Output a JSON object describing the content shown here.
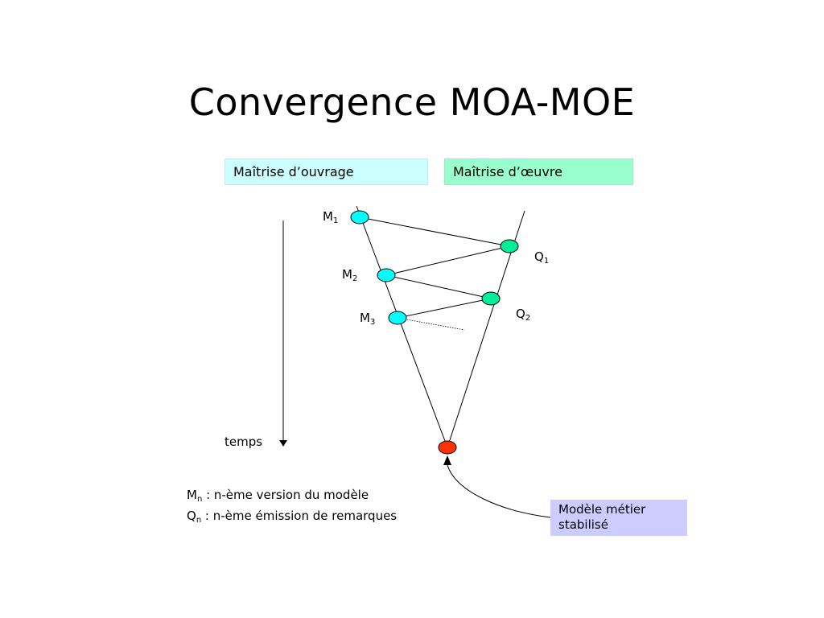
{
  "title": "Convergence MOA-MOE",
  "boxes": {
    "moa": "Maîtrise d’ouvrage",
    "moe": "Maîtrise d’œuvre",
    "model_line1": "Modèle métier",
    "model_line2": "stabilisé"
  },
  "nodes": {
    "m1": {
      "letter": "M",
      "sub": "1"
    },
    "m2": {
      "letter": "M",
      "sub": "2"
    },
    "m3": {
      "letter": "M",
      "sub": "3"
    },
    "q1": {
      "letter": "Q",
      "sub": "1"
    },
    "q2": {
      "letter": "Q",
      "sub": "2"
    }
  },
  "time_label": "temps",
  "legend": {
    "m_letter": "M",
    "m_sub": "n",
    "m_text": " : n-ème version du modèle",
    "q_letter": "Q",
    "q_sub": "n",
    "q_text": " : n-ème émission de remarques"
  },
  "colors": {
    "moa_node": "#00ffff",
    "moe_node": "#00ee99",
    "final_node": "#ff3300",
    "moa_box": "#ccffff",
    "moe_box": "#99ffcc",
    "model_box": "#ccccff"
  }
}
